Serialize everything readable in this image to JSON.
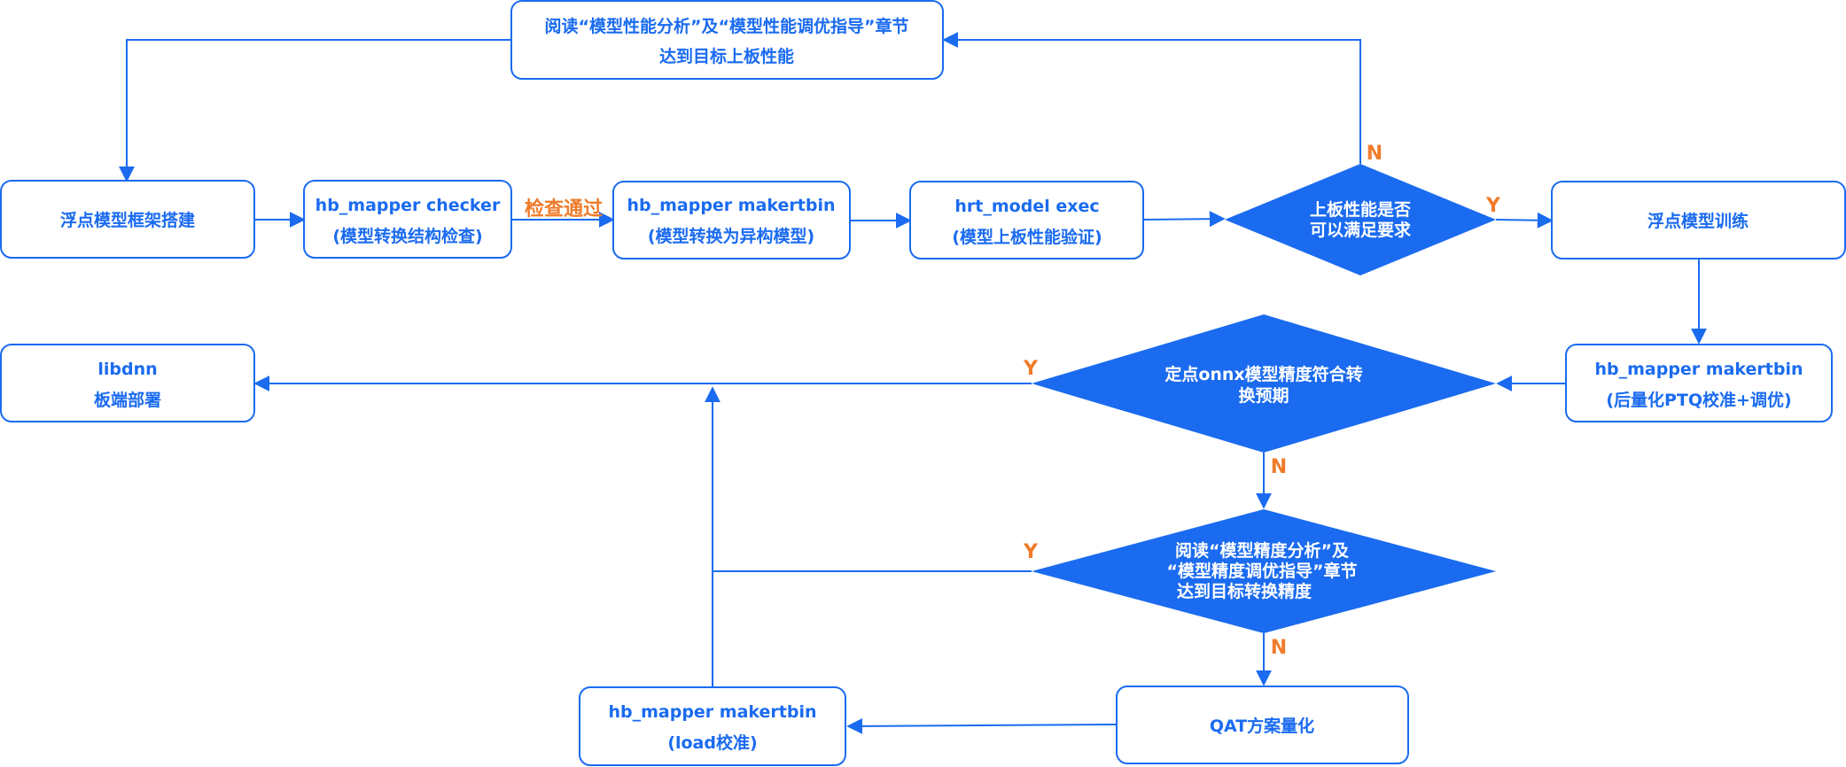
{
  "boxes": {
    "read_perf": [
      "阅读“模型性能分析”及“模型性能调优指导”章节",
      "达到目标上板性能"
    ],
    "float_build": [
      "浮点模型框架搭建"
    ],
    "checker": [
      "hb_mapper checker",
      "(模型转换结构检查)"
    ],
    "makertbin_hetero": [
      "hb_mapper makertbin",
      "(模型转换为异构模型)"
    ],
    "hrt_exec": [
      "hrt_model exec",
      "(模型上板性能验证)"
    ],
    "float_train": [
      "浮点模型训练"
    ],
    "libdnn": [
      "libdnn",
      "板端部署"
    ],
    "makertbin_ptq": [
      "hb_mapper makertbin",
      "(后量化PTQ校准+调优)"
    ],
    "qat": [
      "QAT方案量化"
    ],
    "makertbin_load": [
      "hb_mapper makertbin",
      "(load校准)"
    ]
  },
  "decisions": {
    "perf_ok": [
      "上板性能是否",
      "可以满足要求"
    ],
    "onnx_ok": [
      "定点onnx模型精度符合转",
      "换预期"
    ],
    "read_acc": [
      "阅读“模型精度分析”及",
      "“模型精度调优指导”章节",
      "达到目标转换精度"
    ]
  },
  "edge_labels": {
    "check_pass": "检查通过",
    "perf_n": "N",
    "perf_y": "Y",
    "onnx_y": "Y",
    "onnx_n": "N",
    "acc_y": "Y",
    "acc_n": "N"
  },
  "colors": {
    "primary": "#1a6bf0",
    "accent": "#f07b2b",
    "box_fill": "#ffffff"
  }
}
